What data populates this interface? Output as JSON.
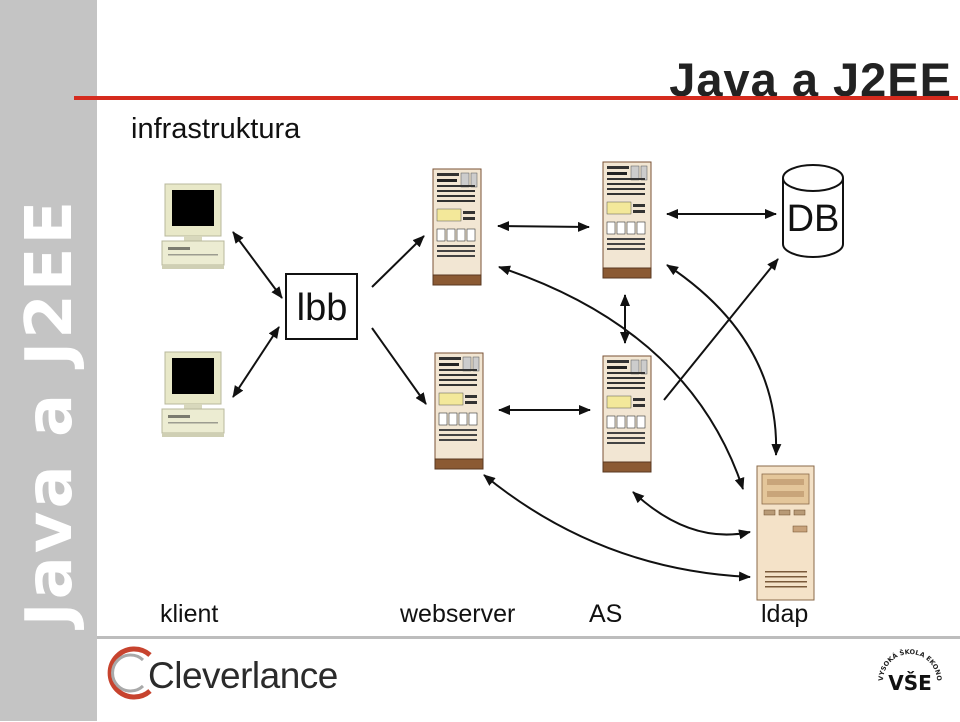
{
  "header": {
    "title": "Java a J2EE",
    "sidebar_text": "Java a J2EE",
    "accent_color": "#d52b1e"
  },
  "slide": {
    "subtitle": "infrastruktura"
  },
  "diagram": {
    "nodes": {
      "lbb": "lbb",
      "db": "DB"
    },
    "captions": {
      "klient": "klient",
      "webserver": "webserver",
      "as": "AS",
      "ldap": "ldap"
    }
  },
  "footer": {
    "company": "Cleverlance",
    "seal_monogram": "VŠE",
    "seal_text": "VYSOKÁ ŠKOLA EKONOMICKÁ V PRAZE"
  },
  "icons": [
    "monitor-icon",
    "server-tower-icon",
    "database-icon",
    "desktop-server-icon",
    "cleverlance-logo-icon",
    "vse-seal-icon"
  ]
}
